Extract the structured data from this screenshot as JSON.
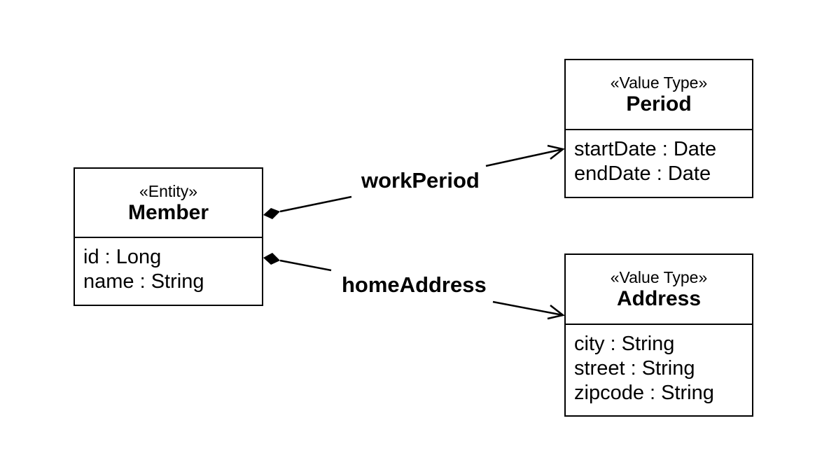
{
  "classes": {
    "member": {
      "stereotype": "«Entity»",
      "name": "Member",
      "attributes": [
        "id : Long",
        "name : String"
      ]
    },
    "period": {
      "stereotype": "«Value Type»",
      "name": "Period",
      "attributes": [
        "startDate : Date",
        "endDate : Date"
      ]
    },
    "address": {
      "stereotype": "«Value Type»",
      "name": "Address",
      "attributes": [
        "city : String",
        "street : String",
        "zipcode : String"
      ]
    }
  },
  "associations": {
    "work_period": {
      "label": "workPeriod",
      "kind": "composition",
      "from": "Member",
      "to": "Period"
    },
    "home_address": {
      "label": "homeAddress",
      "kind": "composition",
      "from": "Member",
      "to": "Address"
    }
  },
  "colors": {
    "stroke": "#000000",
    "background": "#ffffff"
  }
}
